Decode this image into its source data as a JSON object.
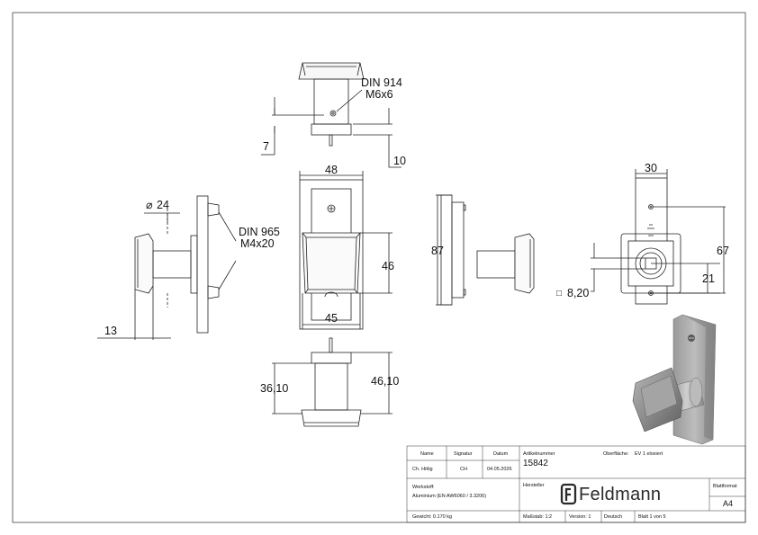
{
  "drawing": {
    "dimensions": {
      "top_din": "DIN 914",
      "top_screw": "M6x6",
      "top_7": "7",
      "top_10": "10",
      "w48": "48",
      "w45": "45",
      "h46": "46",
      "h87": "87",
      "w30": "30",
      "h67": "67",
      "h21": "21",
      "sq820": "8,20",
      "dia24": "24",
      "side_din": "DIN 965",
      "side_screw": "M4x20",
      "d13": "13",
      "h3610": "36,10",
      "h4610": "46,10"
    }
  },
  "title_block": {
    "headers": {
      "name": "Name",
      "signature": "Signatur",
      "date": "Datum",
      "article_label": "Artikelnummer",
      "surface_label": "Oberfläche:",
      "material_label": "Werkstoff:",
      "manufacturer_label": "Hersteller",
      "sheet_format_label": "Blattformat"
    },
    "values": {
      "name": "Ch. Hölig",
      "signature": "CH",
      "date": "04.05.2026",
      "article_number": "15842",
      "surface": "EV 1 eloxiert",
      "material": "Aluminium (EN AW6060 / 3.3206)",
      "sheet_format": "A4",
      "weight": "Gewicht: 0.170 kg",
      "scale": "Maßstab: 1:2",
      "version": "Version: 1",
      "language": "Deutsch",
      "sheet": "Blatt 1 von 5"
    },
    "brand": {
      "name": "Feldmann",
      "color": "#2a2a2a"
    }
  }
}
